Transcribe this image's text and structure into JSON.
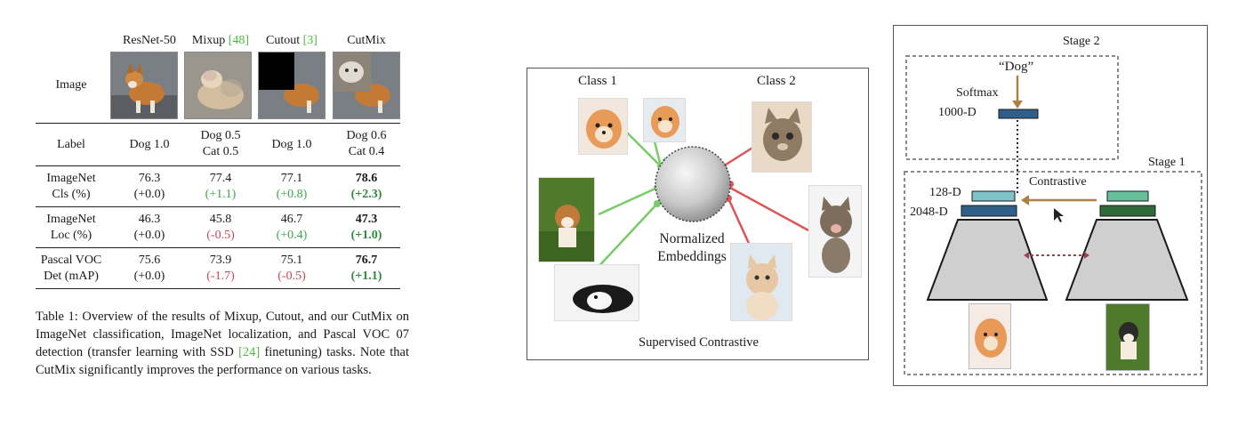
{
  "table": {
    "columns": [
      "ResNet-50",
      "Mixup",
      "Cutout",
      "CutMix"
    ],
    "column_citations": [
      "",
      "[48]",
      "[3]",
      ""
    ],
    "image_row_label": "Image",
    "rows": [
      {
        "label": [
          "Label"
        ],
        "values": [
          [
            "Dog 1.0"
          ],
          [
            "Dog 0.5",
            "Cat 0.5"
          ],
          [
            "Dog 1.0"
          ],
          [
            "Dog 0.6",
            "Cat 0.4"
          ]
        ]
      },
      {
        "label": [
          "ImageNet",
          "Cls (%)"
        ],
        "values": [
          [
            "76.3",
            "(+0.0)"
          ],
          [
            "77.4",
            "(+1.1)"
          ],
          [
            "77.1",
            "(+0.8)"
          ],
          [
            "78.6",
            "(+2.3)"
          ]
        ]
      },
      {
        "label": [
          "ImageNet",
          "Loc (%)"
        ],
        "values": [
          [
            "46.3",
            "(+0.0)"
          ],
          [
            "45.8",
            "(-0.5)"
          ],
          [
            "46.7",
            "(+0.4)"
          ],
          [
            "47.3",
            "(+1.0)"
          ]
        ]
      },
      {
        "label": [
          "Pascal VOC",
          "Det (mAP)"
        ],
        "values": [
          [
            "75.6",
            "(+0.0)"
          ],
          [
            "73.9",
            "(-1.7)"
          ],
          [
            "75.1",
            "(-0.5)"
          ],
          [
            "76.7",
            "(+1.1)"
          ]
        ]
      }
    ],
    "caption_before_cite": "Table 1: Overview of the results of Mixup, Cutout, and our CutMix on ImageNet classification, ImageNet localization, and Pascal VOC 07 detection (transfer learning with SSD ",
    "caption_cite": "[24]",
    "caption_after_cite": " finetuning) tasks. Note that CutMix significantly improves the performance on various tasks.",
    "colors": {
      "positive": "#3aa84a",
      "negative": "#cc4455",
      "best": "#2d8a3a",
      "citation": "#4bbf3c"
    }
  },
  "supcon": {
    "class1": "Class 1",
    "class2": "Class 2",
    "center_label_line1": "Normalized",
    "center_label_line2": "Embeddings",
    "footer": "Supervised Contrastive",
    "colors": {
      "class1": "#77cc66",
      "class2": "#dd5555"
    }
  },
  "stages": {
    "stage2": "Stage 2",
    "stage1": "Stage 1",
    "dog_label": "“Dog”",
    "softmax": "Softmax",
    "dim_1000": "1000-D",
    "dim_128": "128-D",
    "dim_2048": "2048-D",
    "contrastive": "Contrastive",
    "colors": {
      "arrow": "#b08040",
      "bar_dark": "#2f5f8a",
      "bar_light": "#7fc2c8",
      "bar_green_light": "#66c19a",
      "bar_green_dark": "#2f6a3a",
      "trapezoid": "#cfcfcf",
      "dotted": "#a04050"
    }
  }
}
